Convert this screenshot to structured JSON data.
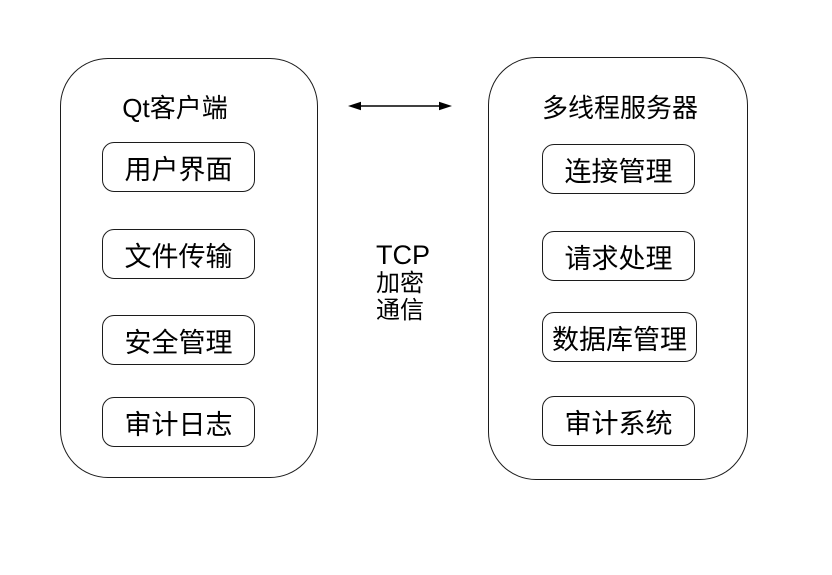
{
  "client_panel": {
    "title": "Qt客户端",
    "modules": [
      "用户界面",
      "文件传输",
      "安全管理",
      "审计日志"
    ]
  },
  "server_panel": {
    "title": "多线程服务器",
    "modules": [
      "连接管理",
      "请求处理",
      "数据库管理",
      "审计系统"
    ]
  },
  "link": {
    "protocol": "TCP",
    "label_lines": [
      "加密",
      "通信"
    ],
    "arrow_type": "double-headed"
  },
  "colors": {
    "background": "#ffffff",
    "stroke": "#000000",
    "text": "#000000"
  }
}
